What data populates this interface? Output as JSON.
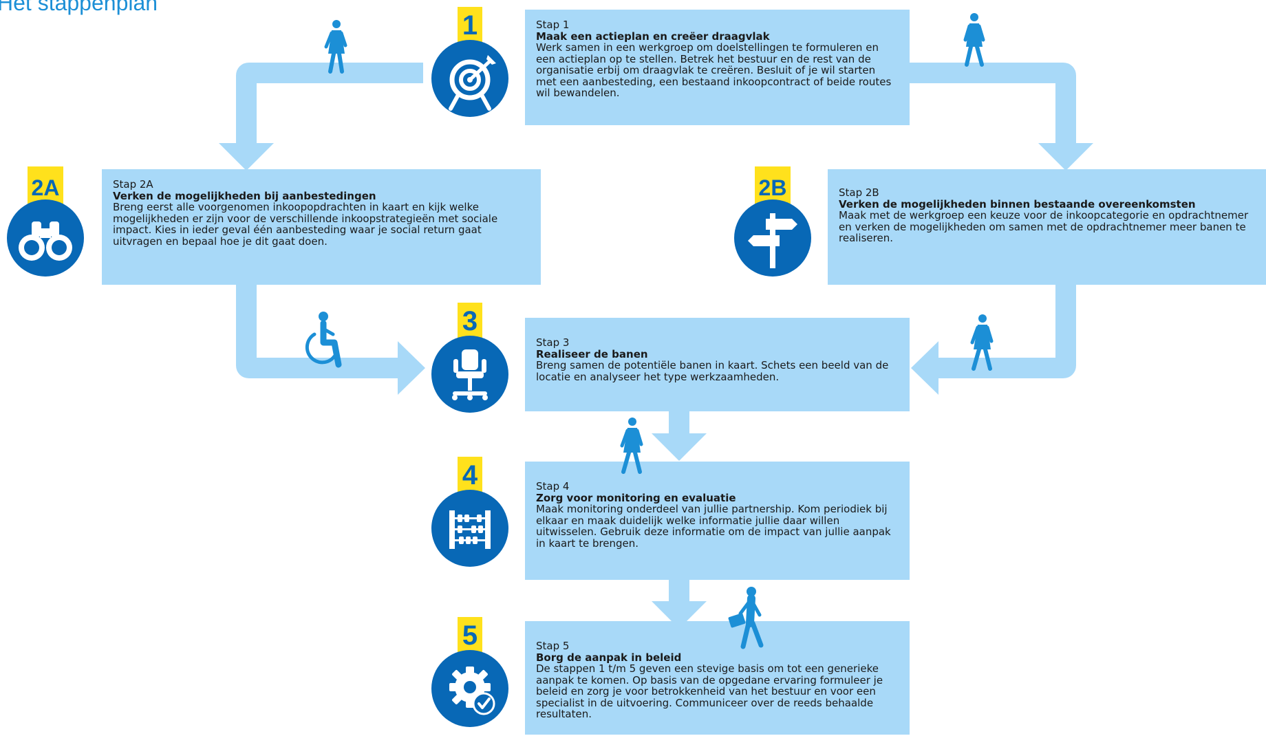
{
  "page_title": "Het stappenplan",
  "colors": {
    "box_fill": "#a8d9f8",
    "arrow": "#a8d9f8",
    "circle": "#0868b6",
    "badge": "#ffe11c",
    "figure": "#1c8fd6",
    "title": "#1c8fd6"
  },
  "steps": {
    "s1": {
      "badge": "1",
      "icon": "target-icon",
      "label": "Stap 1",
      "title": "Maak een actieplan en creëer draagvlak",
      "text": "Werk samen in een werkgroep om doelstellingen te formuleren en een actieplan op te stellen. Betrek het bestuur en de rest van de organisatie erbij om draagvlak te creëren. Besluit of je wil starten met een aanbesteding, een bestaand inkoopcontract of beide routes wil bewandelen."
    },
    "s2a": {
      "badge": "2A",
      "icon": "binoculars-icon",
      "label": "Stap 2A",
      "title": "Verken de mogelijkheden bij aanbestedingen",
      "text": "Breng eerst alle voorgenomen inkoopopdrachten in kaart en kijk welke mogelijkheden er zijn voor de verschillende inkoopstrategieën met sociale impact. Kies in ieder geval één aanbesteding waar je social return gaat uitvragen en bepaal hoe je dit gaat doen."
    },
    "s2b": {
      "badge": "2B",
      "icon": "signpost-icon",
      "label": "Stap 2B",
      "title": "Verken de mogelijkheden binnen bestaande overeenkomsten",
      "text": "Maak met de werkgroep een keuze voor de inkoopcategorie en opdrachtnemer en verken de mogelijkheden om samen met de opdrachtnemer meer banen te realiseren."
    },
    "s3": {
      "badge": "3",
      "icon": "office-chair-icon",
      "label": "Stap 3",
      "title": "Realiseer de banen",
      "text": "Breng samen de potentiële banen in kaart. Schets een beeld van de locatie en analyseer het type werkzaamheden."
    },
    "s4": {
      "badge": "4",
      "icon": "abacus-icon",
      "label": "Stap 4",
      "title": "Zorg voor monitoring en evaluatie",
      "text": "Maak monitoring onderdeel van jullie partnership. Kom periodiek bij elkaar en maak duidelijk welke informatie jullie daar willen uitwisselen. Gebruik deze informatie om de impact van jullie aanpak in kaart te brengen."
    },
    "s5": {
      "badge": "5",
      "icon": "gear-check-icon",
      "label": "Stap 5",
      "title": "Borg de aanpak in beleid",
      "text": "De stappen 1 t/m 5 geven een stevige basis om tot een generieke aanpak te komen. Op basis van de opgedane ervaring formuleer je beleid en zorg je voor betrokkenheid van het bestuur en voor een specialist in de uitvoering. Communiceer over de reeds behaalde resultaten."
    }
  },
  "figures": [
    "walking-person-icon",
    "walking-person-icon",
    "wheelchair-user-icon",
    "walking-person-icon",
    "walking-person-icon",
    "person-with-briefcase-icon"
  ]
}
